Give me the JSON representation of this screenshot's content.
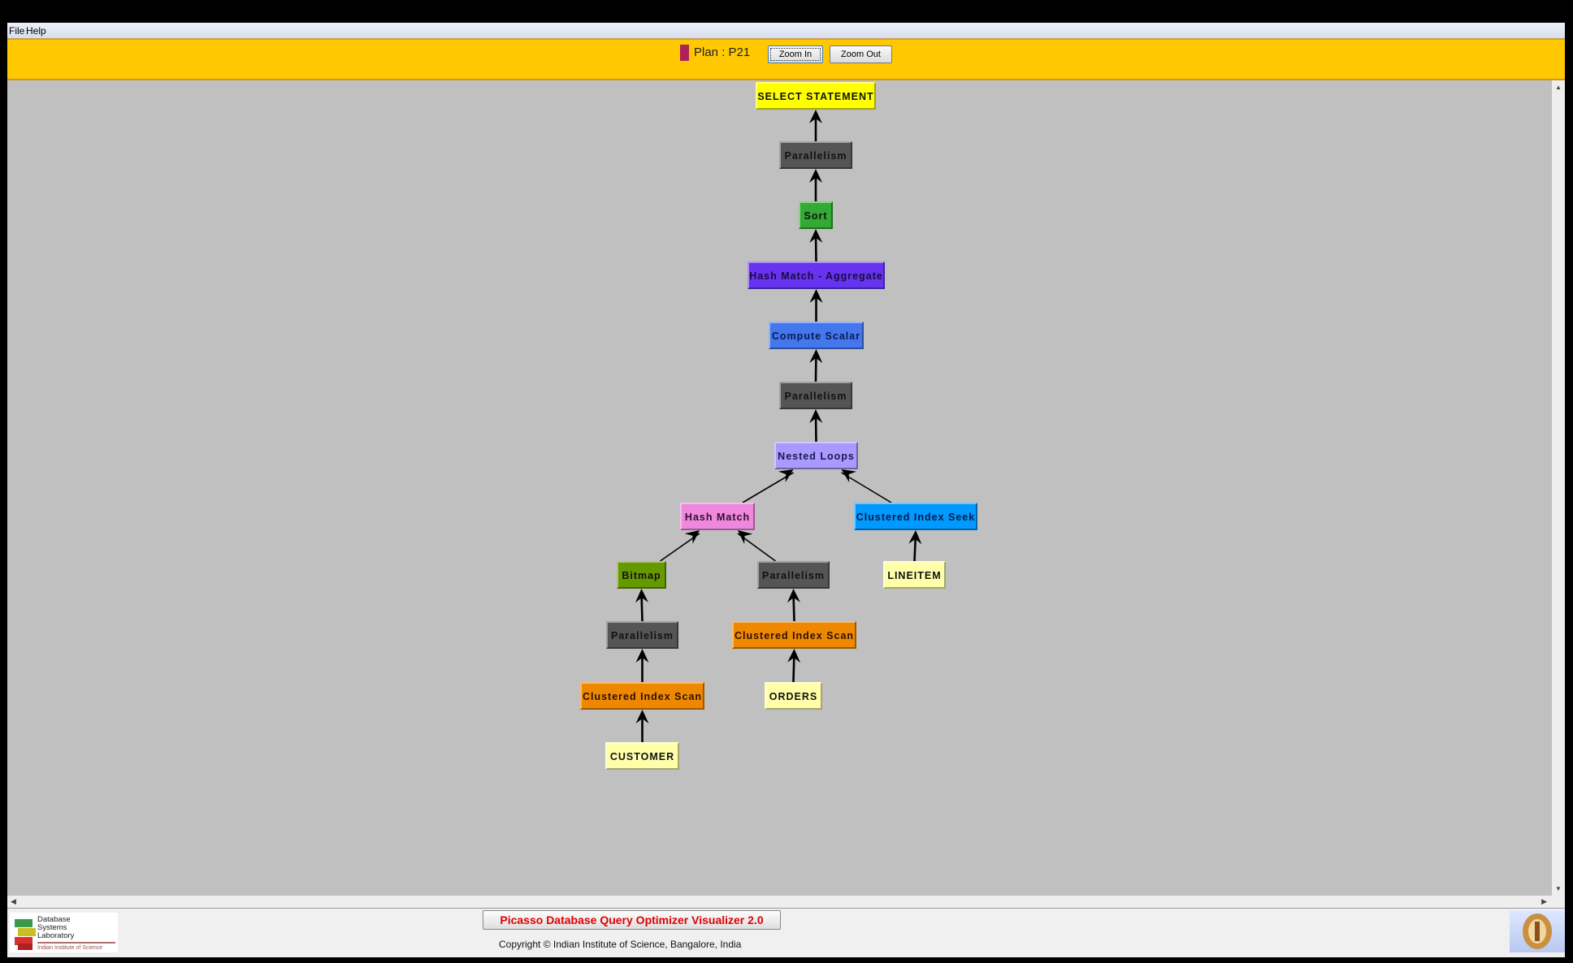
{
  "menu": {
    "items": [
      "File",
      "Help"
    ]
  },
  "toolbar": {
    "plan_label": "Plan : P21",
    "plan_color": "#b0205a",
    "zoom_in": "Zoom In",
    "zoom_out": "Zoom Out"
  },
  "plan_tree": {
    "nodes": [
      {
        "id": "n0",
        "label": "SELECT STATEMENT",
        "color": "#ffff00",
        "text": "#111",
        "parent": null
      },
      {
        "id": "n1",
        "label": "Parallelism",
        "color": "#555555",
        "text": "#111",
        "parent": "n0"
      },
      {
        "id": "n2",
        "label": "Sort",
        "color": "#33aa33",
        "text": "#111",
        "parent": "n1"
      },
      {
        "id": "n3",
        "label": "Hash Match - Aggregate",
        "color": "#6633ee",
        "text": "#1a0a40",
        "parent": "n2"
      },
      {
        "id": "n4",
        "label": "Compute Scalar",
        "color": "#4477ee",
        "text": "#0a1a50",
        "parent": "n3"
      },
      {
        "id": "n5",
        "label": "Parallelism",
        "color": "#555555",
        "text": "#111",
        "parent": "n4"
      },
      {
        "id": "n6",
        "label": "Nested Loops",
        "color": "#aa99ff",
        "text": "#1a1a50",
        "parent": "n5"
      },
      {
        "id": "n7",
        "label": "Hash Match",
        "color": "#ee88dd",
        "text": "#301030",
        "parent": "n6"
      },
      {
        "id": "n8",
        "label": "Clustered Index Seek",
        "color": "#0099ff",
        "text": "#0a1a40",
        "parent": "n6"
      },
      {
        "id": "n9",
        "label": "Bitmap",
        "color": "#669900",
        "text": "#111",
        "parent": "n7"
      },
      {
        "id": "n10",
        "label": "Parallelism",
        "color": "#555555",
        "text": "#111",
        "parent": "n7"
      },
      {
        "id": "n11",
        "label": "LINEITEM",
        "color": "#ffffaa",
        "text": "#111",
        "parent": "n8"
      },
      {
        "id": "n12",
        "label": "Parallelism",
        "color": "#555555",
        "text": "#111",
        "parent": "n9"
      },
      {
        "id": "n13",
        "label": "Clustered Index Scan",
        "color": "#ee8800",
        "text": "#2a1000",
        "parent": "n10"
      },
      {
        "id": "n14",
        "label": "Clustered Index Scan",
        "color": "#ee8800",
        "text": "#2a1000",
        "parent": "n12"
      },
      {
        "id": "n15",
        "label": "ORDERS",
        "color": "#ffffaa",
        "text": "#111",
        "parent": "n13"
      },
      {
        "id": "n16",
        "label": "CUSTOMER",
        "color": "#ffffaa",
        "text": "#111",
        "parent": "n14"
      }
    ]
  },
  "footer": {
    "title": "Picasso Database Query Optimizer Visualizer 2.0",
    "copyright": "Copyright © Indian Institute of Science, Bangalore, India",
    "logo_text": [
      "Database",
      "Systems",
      "Laboratory",
      "Indian Institute of Science"
    ]
  }
}
